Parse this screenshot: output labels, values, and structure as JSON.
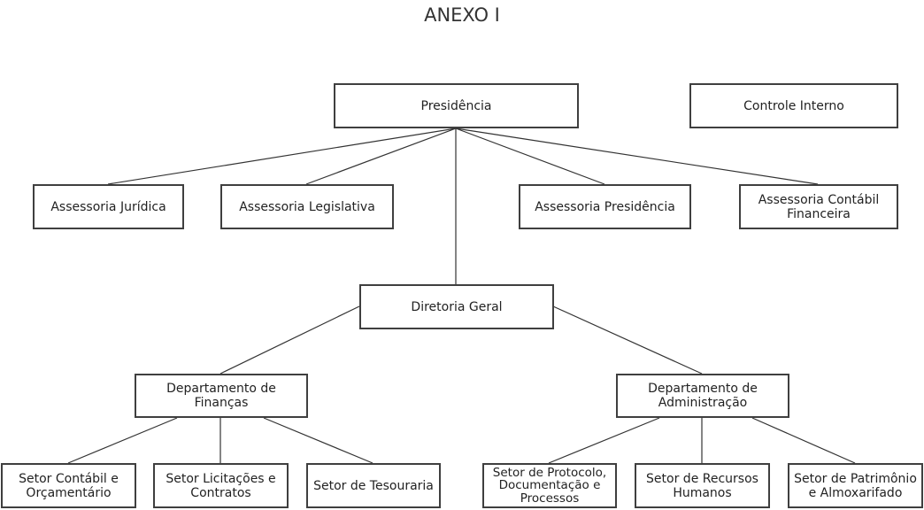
{
  "title": "ANEXO I",
  "nodes": {
    "presidencia": "Presidência",
    "controle_interno": "Controle Interno",
    "assessoria_juridica": "Assessoria Jurídica",
    "assessoria_legislativa": "Assessoria Legislativa",
    "assessoria_presidencia": "Assessoria Presidência",
    "assessoria_contabil": "Assessoria Contábil\nFinanceira",
    "diretoria_geral": "Diretoria Geral",
    "dep_financas": "Departamento de\nFinanças",
    "dep_administracao": "Departamento de\nAdministração",
    "setor_contabil": "Setor Contábil e\nOrçamentário",
    "setor_licitacoes": "Setor Licitações e\nContratos",
    "setor_tesouraria": "Setor de Tesouraria",
    "setor_protocolo": "Setor de Protocolo,\nDocumentação e\nProcessos",
    "setor_rh": "Setor de Recursos\nHumanos",
    "setor_patrimonio": "Setor de Patrimônio\ne Almoxarifado"
  },
  "colors": {
    "border": "#3f3f3f",
    "line": "#333333",
    "text": "#222222"
  }
}
